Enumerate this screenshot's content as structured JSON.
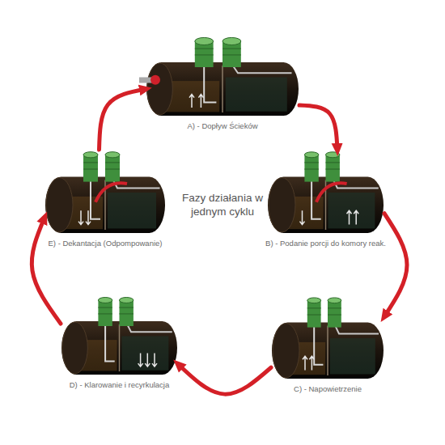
{
  "diagram": {
    "title": "Fazy działania w jednym cyklu",
    "nodes": [
      {
        "text": [
          "A) - Dopływ Ścieków"
        ]
      },
      {
        "text": [
          "B) - Podanie porcji do komory reak."
        ]
      },
      {
        "text": [
          "C) - Napowietrzenie"
        ]
      },
      {
        "text": [
          "D) - Klarowanie i recyrkulacja"
        ]
      },
      {
        "text": [
          "E) - Dekantacja (Odpompowanie)"
        ]
      }
    ],
    "edges": [
      {
        "from": 0,
        "to": 1,
        "arrow": "to"
      },
      {
        "from": 1,
        "to": 2,
        "arrow": "to"
      },
      {
        "from": 2,
        "to": 3,
        "arrow": "to"
      },
      {
        "from": 3,
        "to": 4,
        "arrow": "to"
      },
      {
        "from": 4,
        "to": 0,
        "arrow": "to"
      }
    ]
  }
}
